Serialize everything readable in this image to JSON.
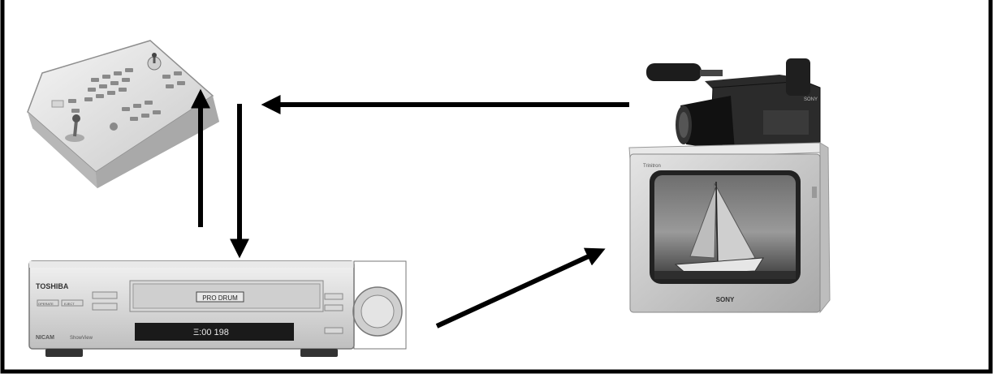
{
  "vcr": {
    "brand": "TOSHIBA",
    "drum_label": "PRO DRUM",
    "display": "Ξ:00 198",
    "left_buttons": [
      "OPERATE",
      "EJECT"
    ],
    "center_label": "ShowView",
    "model_badge": "NICAM"
  },
  "monitor": {
    "brand": "SONY",
    "corner_label": "Trinitron"
  },
  "camera": {
    "brand": "SONY"
  },
  "colors": {
    "line": "#000000",
    "device_light": "#e2e2e2",
    "device_mid": "#bdbdbd",
    "device_dark": "#1c1c1c",
    "screen_sky": "#8a8a8a"
  }
}
